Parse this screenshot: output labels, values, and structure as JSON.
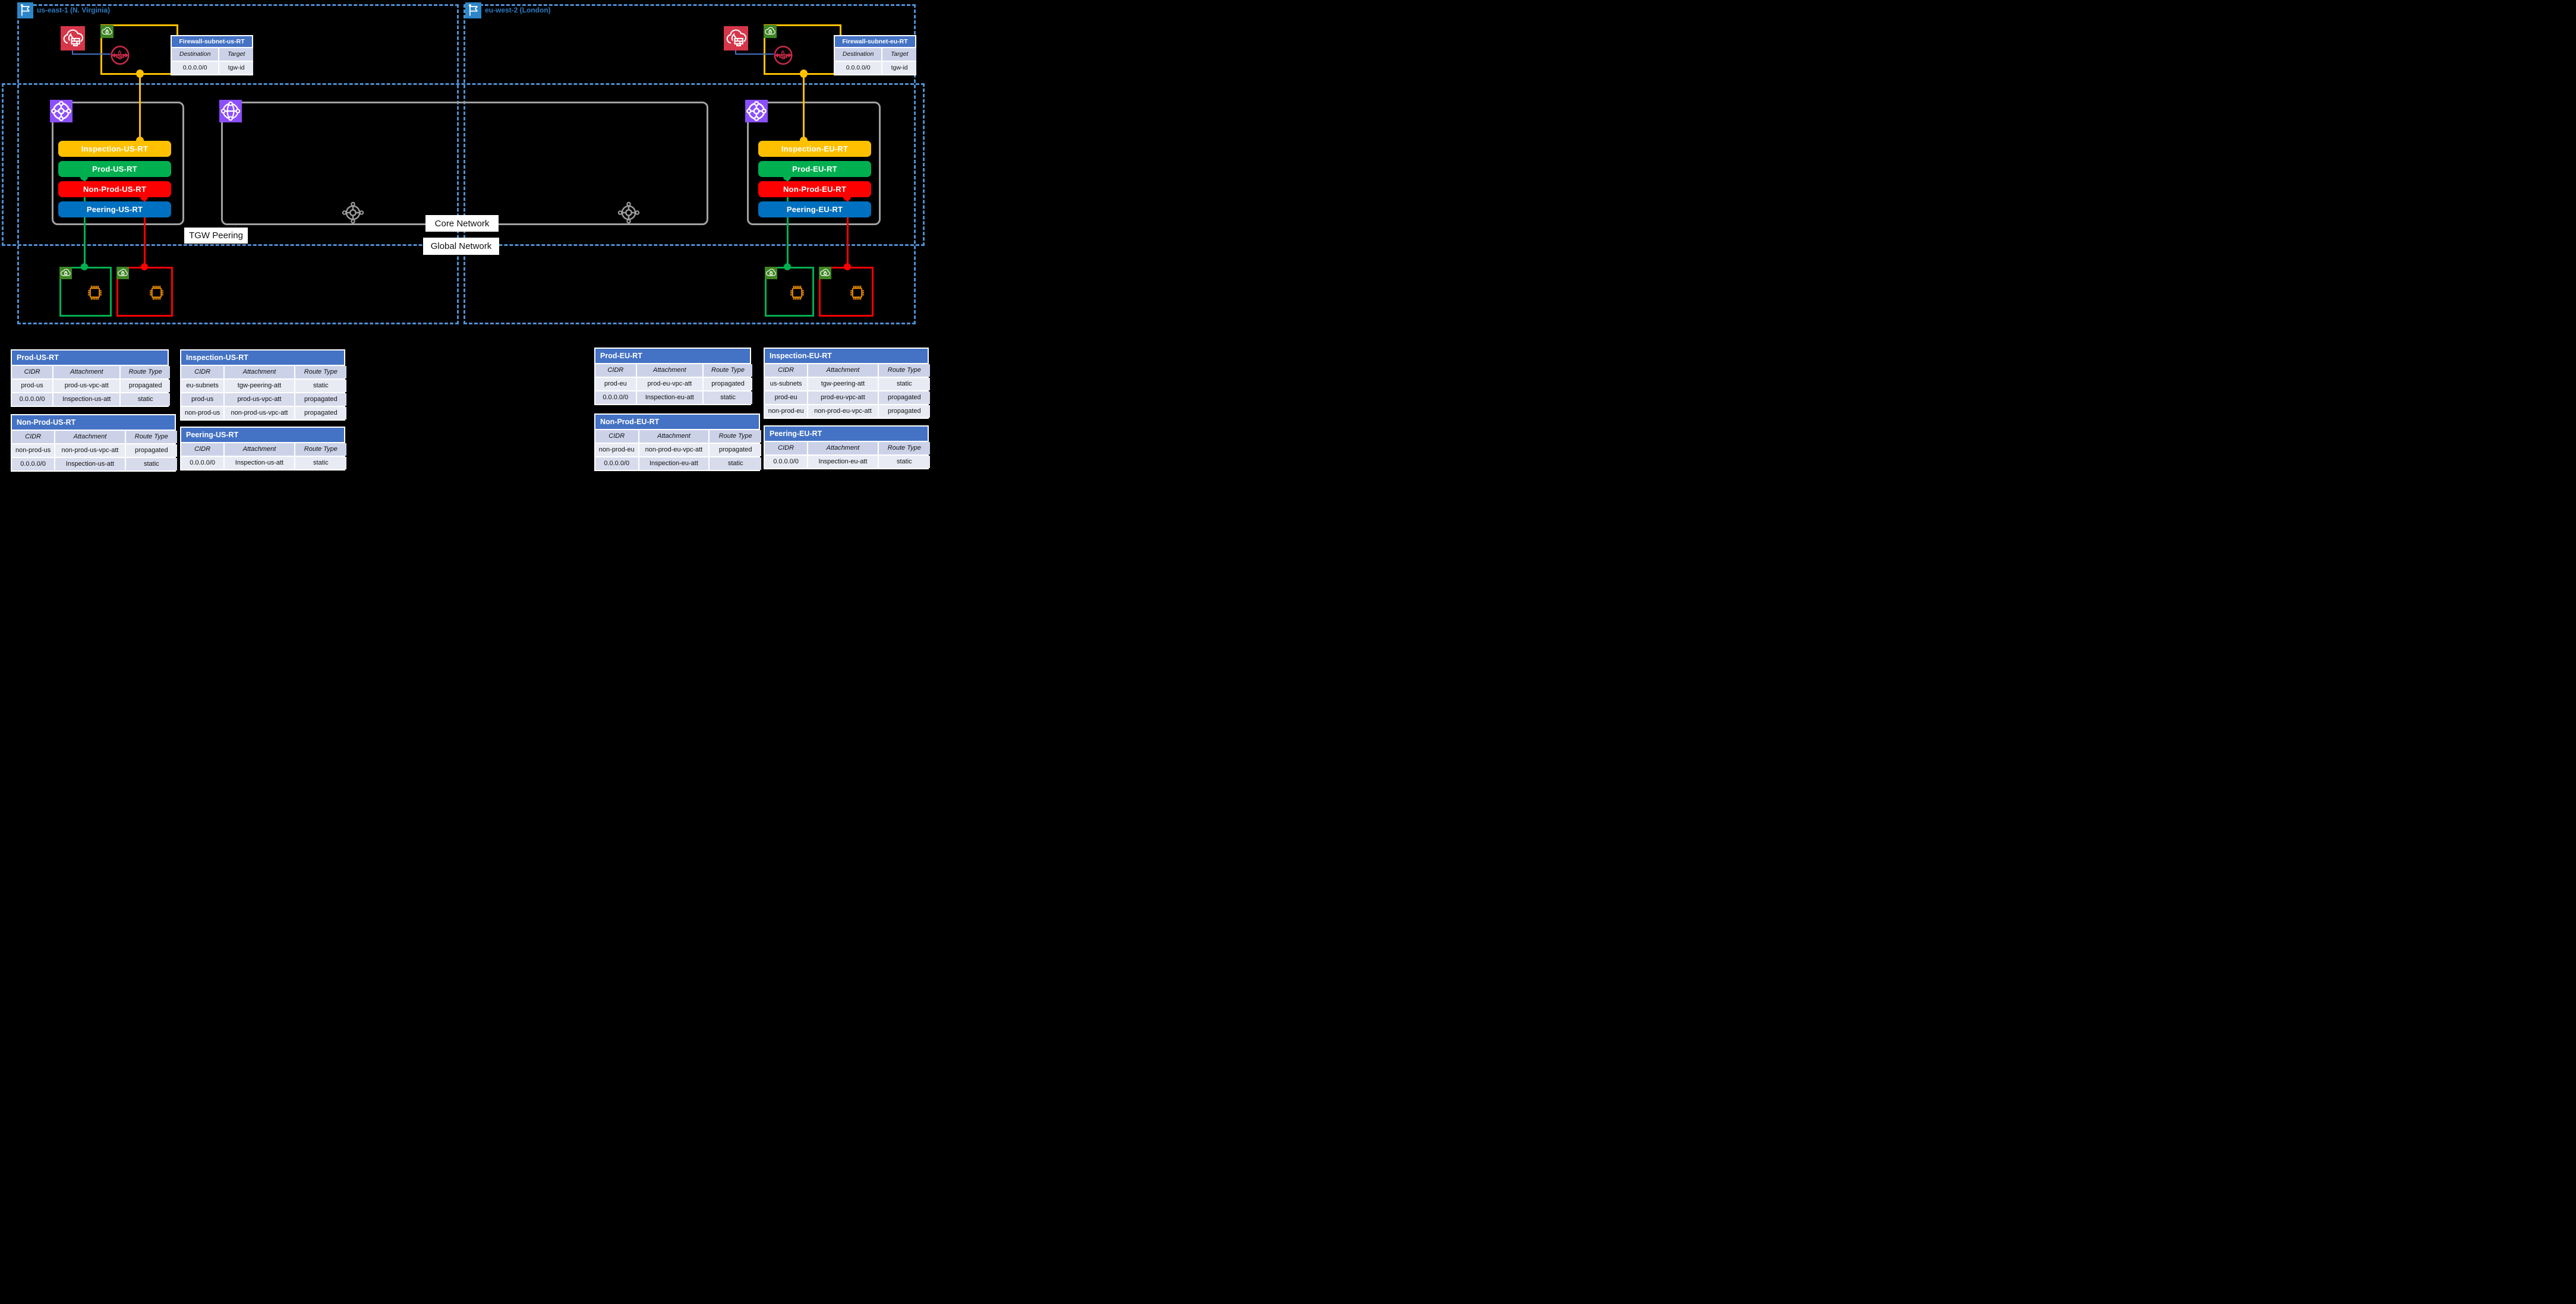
{
  "regions": {
    "us": {
      "title": "us-east-1 (N. Virginia)"
    },
    "eu": {
      "title": "eu-west-2 (London)"
    }
  },
  "labels": {
    "tgw_peering": "TGW Peering",
    "core_network": "Core Network",
    "global_network": "Global Network"
  },
  "pills": {
    "us": [
      "Inspection-US-RT",
      "Prod-US-RT",
      "Non-Prod-US-RT",
      "Peering-US-RT"
    ],
    "eu": [
      "Inspection-EU-RT",
      "Prod-EU-RT",
      "Non-Prod-EU-RT",
      "Peering-EU-RT"
    ]
  },
  "firewall_tables": {
    "us": {
      "title": "Firewall-subnet-us-RT",
      "columns": [
        "Destination",
        "Target"
      ],
      "rows": [
        [
          "0.0.0.0/0",
          "tgw-id"
        ]
      ]
    },
    "eu": {
      "title": "Firewall-subnet-eu-RT",
      "columns": [
        "Destination",
        "Target"
      ],
      "rows": [
        [
          "0.0.0.0/0",
          "tgw-id"
        ]
      ]
    }
  },
  "route_tables": {
    "prod_us": {
      "title": "Prod-US-RT",
      "columns": [
        "CIDR",
        "Attachment",
        "Route Type"
      ],
      "rows": [
        [
          "prod-us",
          "prod-us-vpc-att",
          "propagated"
        ],
        [
          "0.0.0.0/0",
          "Inspection-us-att",
          "static"
        ]
      ]
    },
    "non_prod_us": {
      "title": "Non-Prod-US-RT",
      "columns": [
        "CIDR",
        "Attachment",
        "Route Type"
      ],
      "rows": [
        [
          "non-prod-us",
          "non-prod-us-vpc-att",
          "propagated"
        ],
        [
          "0.0.0.0/0",
          "Inspection-us-att",
          "static"
        ]
      ]
    },
    "inspection_us": {
      "title": "Inspection-US-RT",
      "columns": [
        "CIDR",
        "Attachment",
        "Route Type"
      ],
      "rows": [
        [
          "eu-subnets",
          "tgw-peering-att",
          "static"
        ],
        [
          "prod-us",
          "prod-us-vpc-att",
          "propagated"
        ],
        [
          "non-prod-us",
          "non-prod-us-vpc-att",
          "propagated"
        ]
      ]
    },
    "peering_us": {
      "title": "Peering-US-RT",
      "columns": [
        "CIDR",
        "Attachment",
        "Route Type"
      ],
      "rows": [
        [
          "0.0.0.0/0",
          "Inspection-us-att",
          "static"
        ]
      ]
    },
    "prod_eu": {
      "title": "Prod-EU-RT",
      "columns": [
        "CIDR",
        "Attachment",
        "Route Type"
      ],
      "rows": [
        [
          "prod-eu",
          "prod-eu-vpc-att",
          "propagated"
        ],
        [
          "0.0.0.0/0",
          "Inspection-eu-att",
          "static"
        ]
      ]
    },
    "non_prod_eu": {
      "title": "Non-Prod-EU-RT",
      "columns": [
        "CIDR",
        "Attachment",
        "Route Type"
      ],
      "rows": [
        [
          "non-prod-eu",
          "non-prod-eu-vpc-att",
          "propagated"
        ],
        [
          "0.0.0.0/0",
          "Inspection-eu-att",
          "static"
        ]
      ]
    },
    "inspection_eu": {
      "title": "Inspection-EU-RT",
      "columns": [
        "CIDR",
        "Attachment",
        "Route Type"
      ],
      "rows": [
        [
          "us-subnets",
          "tgw-peering-att",
          "static"
        ],
        [
          "prod-eu",
          "prod-eu-vpc-att",
          "propagated"
        ],
        [
          "non-prod-eu",
          "non-prod-eu-vpc-att",
          "propagated"
        ]
      ]
    },
    "peering_eu": {
      "title": "Peering-EU-RT",
      "columns": [
        "CIDR",
        "Attachment",
        "Route Type"
      ],
      "rows": [
        [
          "0.0.0.0/0",
          "Inspection-eu-att",
          "static"
        ]
      ]
    }
  },
  "icons": {
    "flag": "#2E86C8",
    "network_firewall": "#D6364A",
    "private_subnet": "#3F8624",
    "firewall_endpoint": "#C92B49",
    "transit_gateway": "#8C4FFF",
    "cloud_wan": "#8C4FFF",
    "tgw_attachment": "#9B9B9B",
    "ec2_instance": "#EF8F00"
  },
  "colors": {
    "pill_inspection": "#FFC000",
    "pill_prod": "#00B050",
    "pill_nonprod": "#FE0000",
    "pill_peering": "#0070C0",
    "table_header": "#4472C4",
    "cell_header": "#CBD2E8",
    "cell_light": "#E9EBF4",
    "cell_dark": "#D7DBEC",
    "region_border": "#4E8FD0",
    "box_border": "#A1A1A1",
    "connector_yellow": "#FFC000",
    "connector_green": "#00B050",
    "connector_red": "#FE0000",
    "connector_blue": "#4472C4"
  }
}
